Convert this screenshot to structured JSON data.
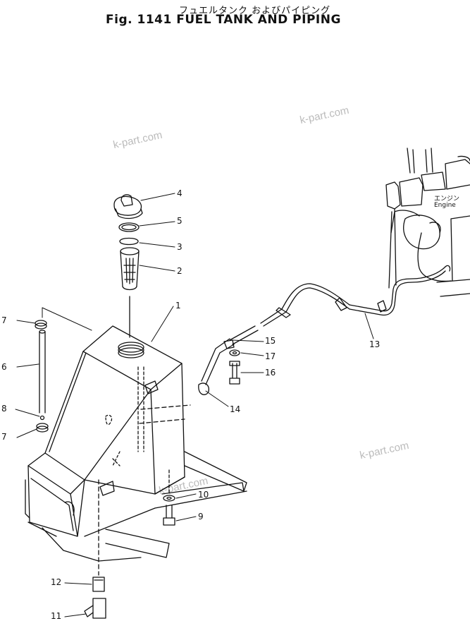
{
  "title_jp": "フュエルタンク およびパイピング",
  "title": "Fig. 1141 FUEL TANK AND PIPING",
  "watermark": "k-part.com",
  "engine_label_jp": "エンジン",
  "engine_label": "Engine",
  "callouts": [
    "1",
    "2",
    "3",
    "4",
    "5",
    "6",
    "7",
    "7",
    "8",
    "9",
    "10",
    "11",
    "12",
    "13",
    "14",
    "15",
    "16",
    "17"
  ]
}
